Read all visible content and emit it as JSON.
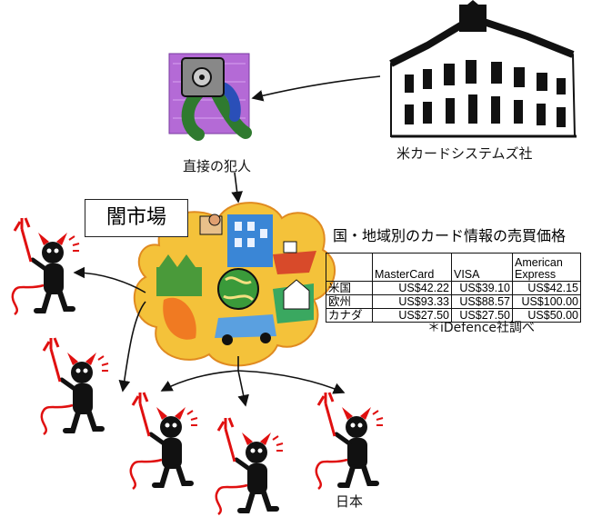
{
  "labels": {
    "culprit": "直接の犯人",
    "company": "米カードシステムズ社",
    "market": "闇市場",
    "japan": "日本"
  },
  "table": {
    "title": "国・地域別のカード情報の売買価格",
    "headers": [
      "",
      "MasterCard",
      "VISA",
      "American Express"
    ],
    "rows": [
      {
        "region": "米国",
        "mastercard": "US$42.22",
        "visa": "US$39.10",
        "amex": "US$42.15"
      },
      {
        "region": "欧州",
        "mastercard": "US$93.33",
        "visa": "US$88.57",
        "amex": "US$100.00"
      },
      {
        "region": "カナダ",
        "mastercard": "US$27.50",
        "visa": "US$27.50",
        "amex": "US$50.00"
      }
    ],
    "note": "＊iDefence社調べ"
  },
  "colors": {
    "devil_red": "#e01010",
    "figure_black": "#111111"
  }
}
